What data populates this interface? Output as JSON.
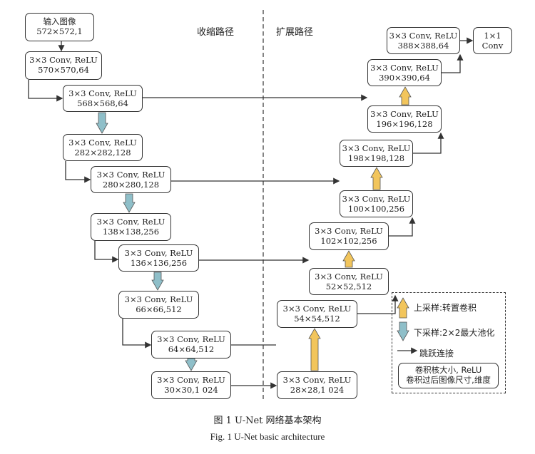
{
  "path_labels": {
    "contracting": "收缩路径",
    "expanding": "扩展路径"
  },
  "nodes": {
    "input": {
      "l1": "输入图像",
      "l2": "572×572,1"
    },
    "c1": {
      "l1": "3×3 Conv, ReLU",
      "l2": "570×570,64"
    },
    "c2": {
      "l1": "3×3 Conv, ReLU",
      "l2": "568×568,64"
    },
    "c3": {
      "l1": "3×3 Conv, ReLU",
      "l2": "282×282,128"
    },
    "c4": {
      "l1": "3×3 Conv, ReLU",
      "l2": "280×280,128"
    },
    "c5": {
      "l1": "3×3 Conv, ReLU",
      "l2": "138×138,256"
    },
    "c6": {
      "l1": "3×3 Conv, ReLU",
      "l2": "136×136,256"
    },
    "c7": {
      "l1": "3×3 Conv, ReLU",
      "l2": "66×66,512"
    },
    "c8": {
      "l1": "3×3 Conv, ReLU",
      "l2": "64×64,512"
    },
    "c9": {
      "l1": "3×3 Conv, ReLU",
      "l2": "30×30,1 024"
    },
    "e1": {
      "l1": "3×3 Conv, ReLU",
      "l2": "28×28,1 024"
    },
    "e2": {
      "l1": "3×3 Conv, ReLU",
      "l2": "54×54,512"
    },
    "e3": {
      "l1": "3×3 Conv, ReLU",
      "l2": "52×52,512"
    },
    "e4": {
      "l1": "3×3 Conv, ReLU",
      "l2": "102×102,256"
    },
    "e5": {
      "l1": "3×3 Conv, ReLU",
      "l2": "100×100,256"
    },
    "e6": {
      "l1": "3×3 Conv, ReLU",
      "l2": "198×198,128"
    },
    "e7": {
      "l1": "3×3 Conv, ReLU",
      "l2": "196×196,128"
    },
    "e8": {
      "l1": "3×3 Conv, ReLU",
      "l2": "390×390,64"
    },
    "e9": {
      "l1": "3×3 Conv, ReLU",
      "l2": "388×388,64"
    },
    "out": {
      "l1": "1×1",
      "l2": "Conv"
    }
  },
  "legend": {
    "upsample": "上采样:转置卷积",
    "downsample": "下采样:2×2最大池化",
    "skip": "跳跃连接",
    "box_l1": "卷积核大小, ReLU",
    "box_l2": "卷积过后图像尺寸,维度"
  },
  "colors": {
    "upsample": "#f2c55c",
    "downsample": "#8fbfc9",
    "line": "#333333"
  },
  "caption": {
    "zh": "图 1    U-Net 网络基本架构",
    "en": "Fig. 1    U-Net basic architecture"
  }
}
